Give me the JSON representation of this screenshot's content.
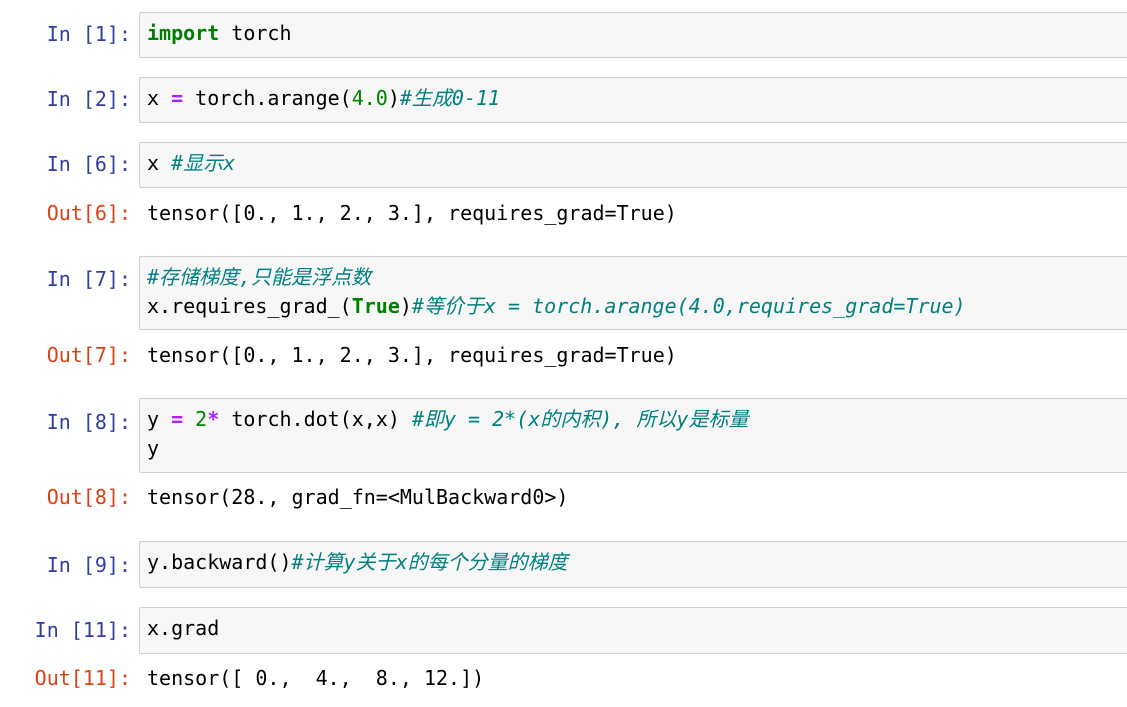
{
  "cells": [
    {
      "in_prompt": "In [1]:",
      "code": {
        "line1": {
          "kw": "import",
          "rest": " torch"
        }
      }
    },
    {
      "in_prompt": "In [2]:",
      "code": {
        "line1": {
          "a": "x ",
          "op": "=",
          "b": " torch.arange(",
          "num": "4.0",
          "c": ")",
          "comment": "#生成0-11"
        }
      }
    },
    {
      "in_prompt": "In [6]:",
      "code": {
        "line1": {
          "a": "x ",
          "comment": "#显示x"
        }
      },
      "out_prompt": "Out[6]:",
      "output": "tensor([0., 1., 2., 3.], requires_grad=True)"
    },
    {
      "in_prompt": "In [7]:",
      "code": {
        "line1": {
          "comment": "#存储梯度,只能是浮点数"
        },
        "line2": {
          "a": "x.requires_grad_(",
          "kw": "True",
          "b": ")",
          "comment": "#等价于x = torch.arange(4.0,requires_grad=True)"
        }
      },
      "out_prompt": "Out[7]:",
      "output": "tensor([0., 1., 2., 3.], requires_grad=True)"
    },
    {
      "in_prompt": "In [8]:",
      "code": {
        "line1": {
          "a": "y ",
          "op1": "=",
          "num": " 2",
          "op2": "*",
          "b": " torch.dot(x,x) ",
          "comment": "#即y = 2*(x的内积), 所以y是标量"
        },
        "line2": {
          "a": "y"
        }
      },
      "out_prompt": "Out[8]:",
      "output": "tensor(28., grad_fn=<MulBackward0>)"
    },
    {
      "in_prompt": "In [9]:",
      "code": {
        "line1": {
          "a": "y.backward()",
          "comment": "#计算y关于x的每个分量的梯度"
        }
      }
    },
    {
      "in_prompt": "In [11]:",
      "code": {
        "line1": {
          "a": "x.grad"
        }
      },
      "out_prompt": "Out[11]:",
      "output": "tensor([ 0.,  4.,  8., 12.])"
    }
  ]
}
